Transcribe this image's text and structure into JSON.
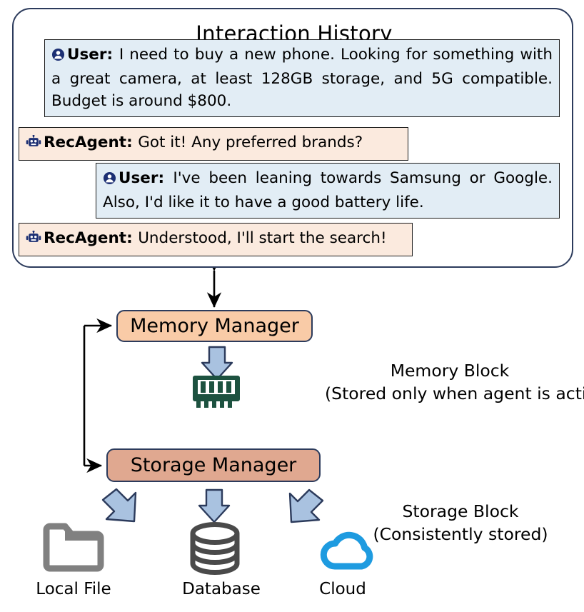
{
  "panel": {
    "title": "Interaction History",
    "messages": [
      {
        "id": "msg-user-1",
        "role": "user",
        "speaker": "User:",
        "icon": "user-avatar-icon",
        "text": "I need to buy a new phone. Looking for something with a great camera, at least 128GB storage, and 5G compatible. Budget is around $800."
      },
      {
        "id": "msg-agent-1",
        "role": "agent",
        "speaker": "RecAgent:",
        "icon": "robot-icon",
        "text": "Got it! Any preferred brands?"
      },
      {
        "id": "msg-user-2",
        "role": "user",
        "speaker": "User:",
        "icon": "user-avatar-icon",
        "text": "I've been leaning towards Samsung or Google. Also, I'd like it to have a good battery life."
      },
      {
        "id": "msg-agent-2",
        "role": "agent",
        "speaker": "RecAgent:",
        "icon": "robot-icon",
        "text": "Understood, I'll start the search!"
      }
    ]
  },
  "nodes": {
    "memory_manager": "Memory Manager",
    "storage_manager": "Storage Manager"
  },
  "annotations": {
    "memory_block_title": "Memory Block",
    "memory_block_note": "(Stored only when agent is active)",
    "storage_block_title": "Storage Block",
    "storage_block_note": "(Consistently stored)"
  },
  "storage_targets": [
    {
      "label": "Local File",
      "icon": "folder-icon"
    },
    {
      "label": "Database",
      "icon": "database-icon"
    },
    {
      "label": "Cloud",
      "icon": "cloud-icon"
    }
  ],
  "colors": {
    "panel_border": "#2c3b5c",
    "user_bubble_bg": "#e2edf5",
    "agent_bubble_bg": "#fbeade",
    "memory_manager_bg": "#f9cba7",
    "storage_manager_bg": "#e0a890",
    "arrow_fill": "#a9c2e0",
    "arrow_stroke": "#2c3b5c",
    "ram_icon": "#1d5240",
    "folder_icon": "#808080",
    "database_icon": "#4a4a4a",
    "cloud_icon": "#1e9be0",
    "speaker_icon": "#1c2f73"
  }
}
